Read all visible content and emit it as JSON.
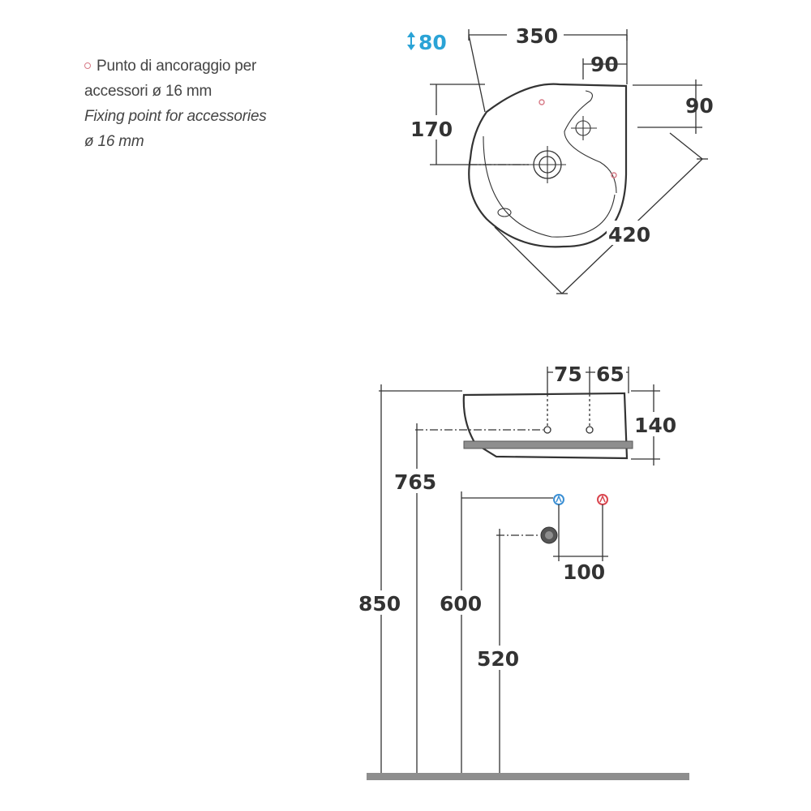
{
  "legend": {
    "line1": "Punto di ancoraggio per",
    "line2": "accessori ø 16 mm",
    "line3": "Fixing point for accessories",
    "line4": "ø 16 mm",
    "marker_color": "#d77a86"
  },
  "top_view": {
    "overflow_depth": "80",
    "width": "350",
    "tap_offset_x": "90",
    "tap_offset_y": "90",
    "drain_offset": "170",
    "diagonal": "420"
  },
  "side_view": {
    "tap_spacing_a": "75",
    "tap_spacing_b": "65",
    "height": "140",
    "rim_height": "850",
    "base_height": "765",
    "supply_height": "600",
    "waste_height": "520",
    "supply_spacing": "100",
    "cold_color": "#3b8fd4",
    "hot_color": "#d9464f"
  },
  "colors": {
    "ink": "#333333",
    "accent": "#2aa3d6",
    "floor": "#8e8e8e"
  }
}
